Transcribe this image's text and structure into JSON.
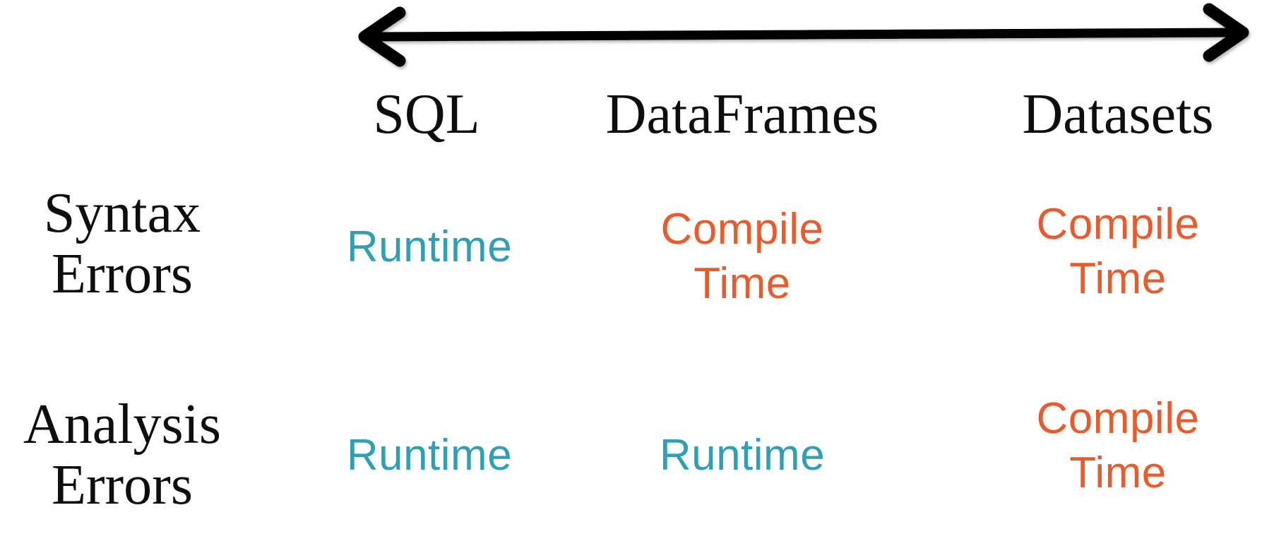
{
  "diagram": {
    "type": "comparison-table",
    "columns": [
      "SQL",
      "DataFrames",
      "Datasets"
    ],
    "rows": [
      {
        "label": "Syntax\nErrors",
        "cells": [
          {
            "text": "Runtime",
            "kind": "runtime"
          },
          {
            "text": "Compile\nTime",
            "kind": "compile-time"
          },
          {
            "text": "Compile\nTime",
            "kind": "compile-time"
          }
        ]
      },
      {
        "label": "Analysis\nErrors",
        "cells": [
          {
            "text": "Runtime",
            "kind": "runtime"
          },
          {
            "text": "Runtime",
            "kind": "runtime"
          },
          {
            "text": "Compile\nTime",
            "kind": "compile-time"
          }
        ]
      }
    ],
    "icons": {
      "arrow": "double-headed-horizontal-arrow"
    },
    "colors": {
      "runtime": "#2E9FB4",
      "compile_time": "#EA5B2B",
      "heading": "#0E0E0E",
      "arrow": "#000000",
      "background": "#FFFFFF"
    }
  }
}
